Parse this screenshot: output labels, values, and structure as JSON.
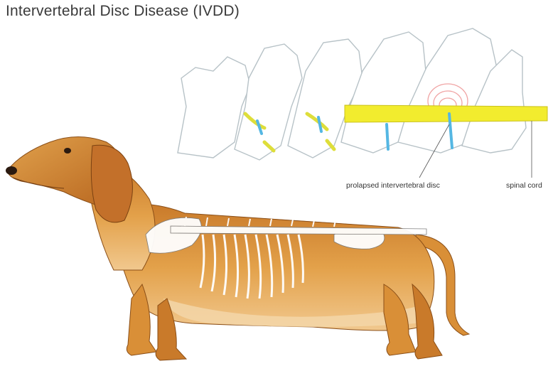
{
  "title": "Intervertebral Disc Disease (IVDD)",
  "labels": {
    "prolapsed_disc": "prolapsed intervertebral disc",
    "spinal_cord": "spinal cord"
  },
  "colors": {
    "spinal_cord": "#f2ec2e",
    "disc": "#55b7e3",
    "bone_outline": "#b7c2c7",
    "dog_fur": "#d98f37",
    "skeleton": "#ffffff",
    "inflammation": "#f0a3a3"
  }
}
